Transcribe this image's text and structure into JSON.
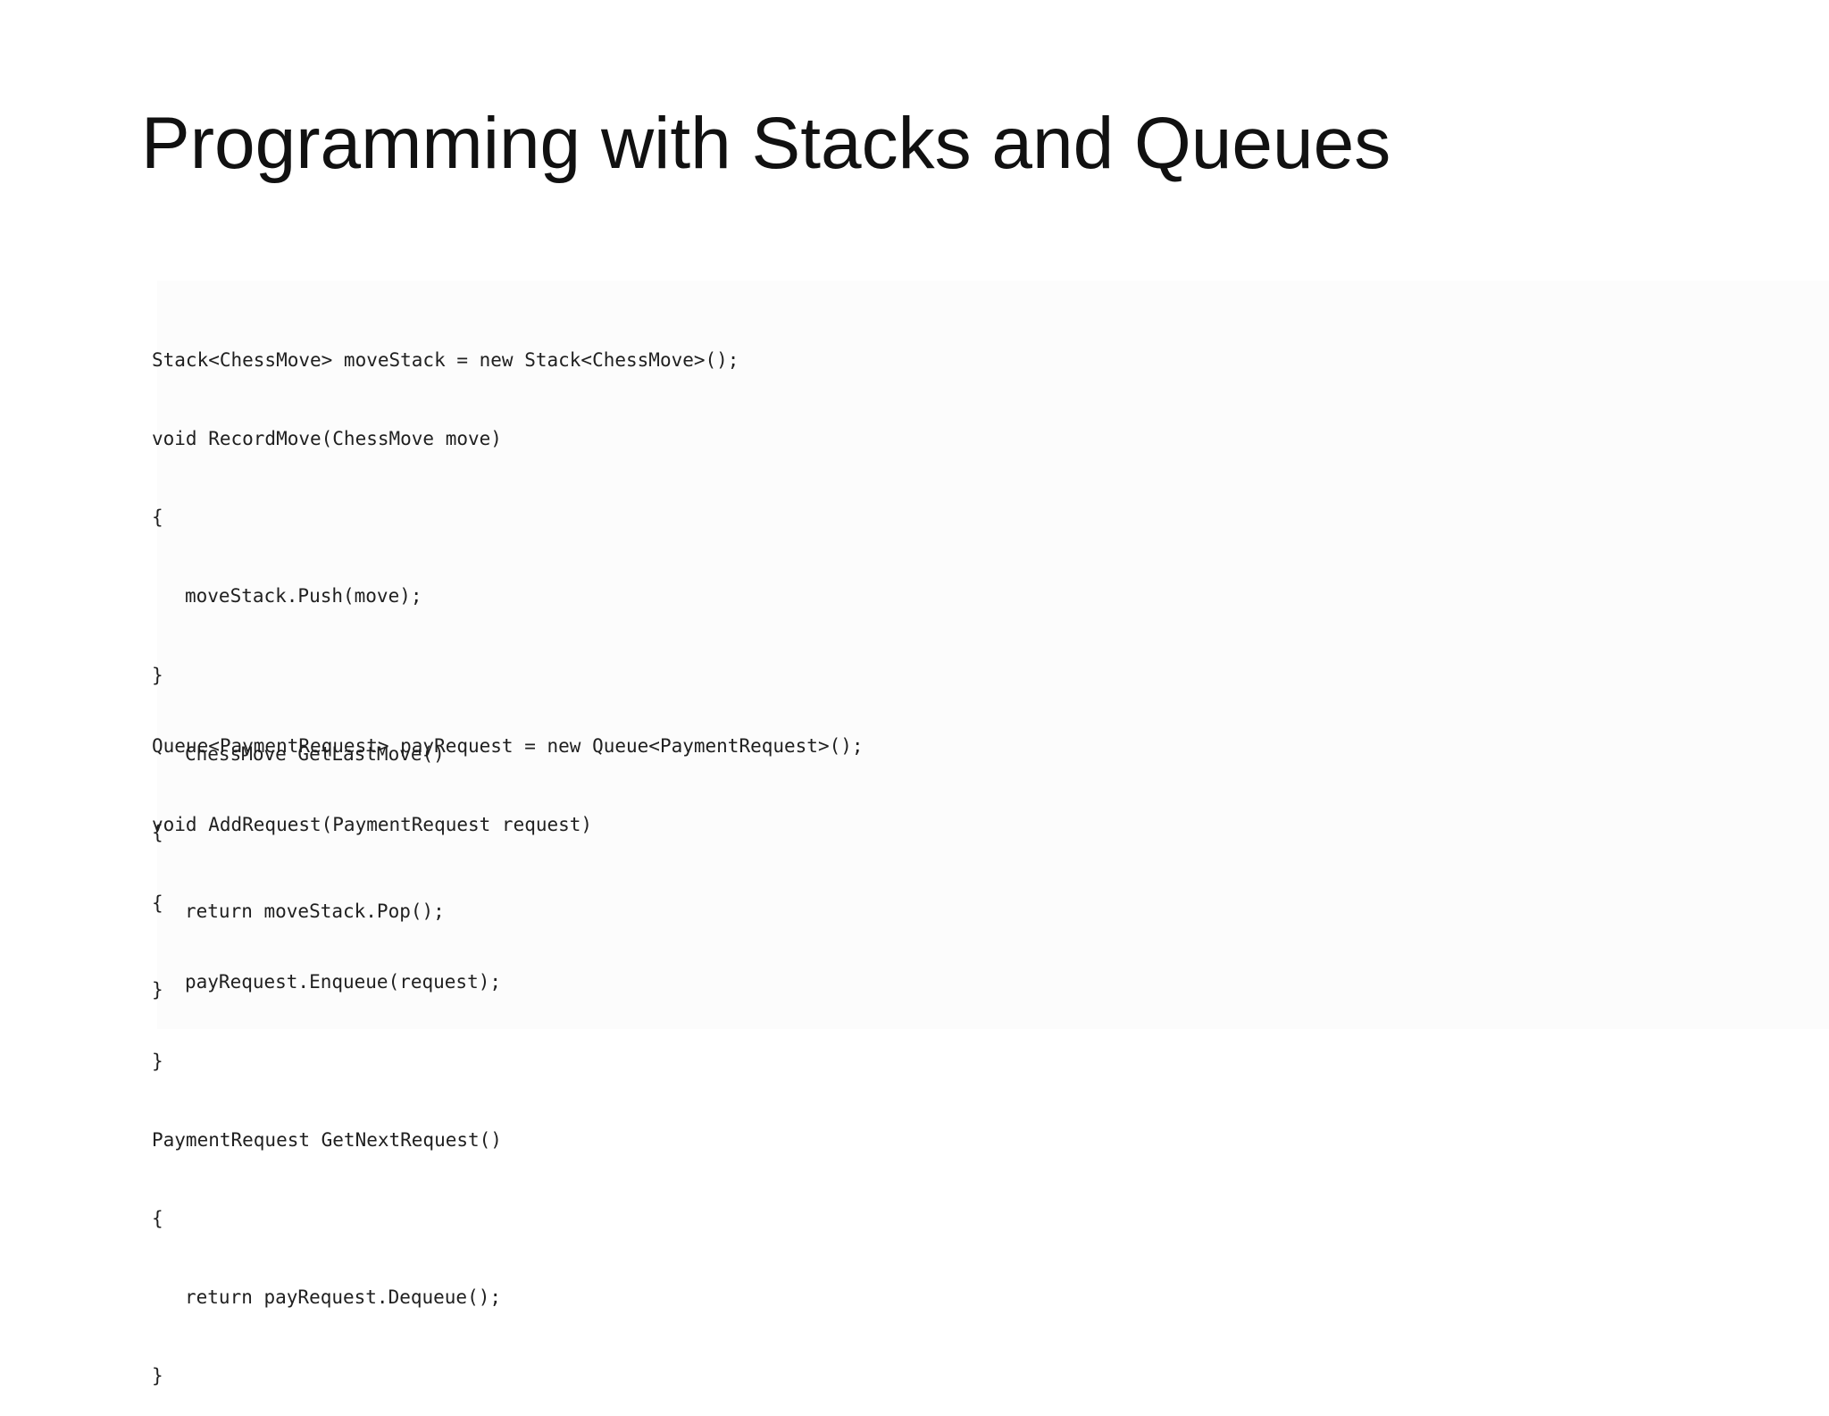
{
  "slide": {
    "title": "Programming with Stacks and Queues"
  },
  "stack_code": {
    "lines": [
      "Stack<ChessMove> moveStack = new Stack<ChessMove>();",
      "void RecordMove(ChessMove move)",
      "{",
      "moveStack.Push(move);",
      "}",
      "ChessMove GetLastMove()",
      "{",
      "return moveStack.Pop();",
      "}"
    ]
  },
  "queue_code": {
    "lines": [
      "Queue<PaymentRequest> payRequest = new Queue<PaymentRequest>();",
      "void AddRequest(PaymentRequest request)",
      "{",
      "payRequest.Enqueue(request);",
      "}",
      "PaymentRequest GetNextRequest()",
      "{",
      "return payRequest.Dequeue();",
      "}"
    ]
  }
}
